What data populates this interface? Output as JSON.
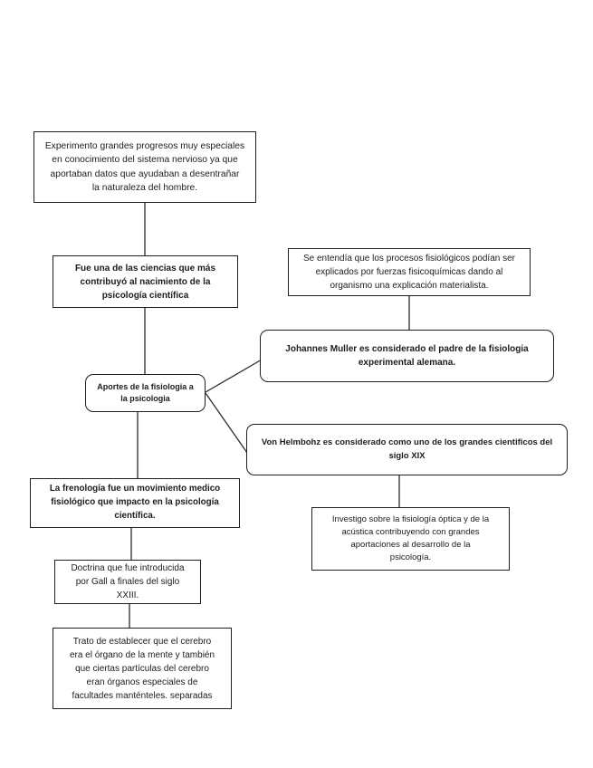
{
  "page": {
    "background_color": "#ffffff",
    "line_color": "#2b2b2b",
    "text_color": "#1c1c1c"
  },
  "diagram": {
    "type": "concept-map",
    "central_topic": "Aportes de la fisiologia a la psicologia",
    "nodes": {
      "experimento": {
        "text": "Experimento grandes progresos muy especiales\nen conocimiento del sistema nervioso ya que\naportaban datos que ayudaban a desentrañar\nla naturaleza del hombre.",
        "shape": "rectangle",
        "bold": false
      },
      "fue_una": {
        "text": "Fue una de las ciencias que más\ncontribuyó al nacimiento de la\npsicología científica",
        "shape": "rectangle",
        "bold": true
      },
      "se_entendia": {
        "text": "Se entendía que los procesos fisiológicos podían ser\nexplicados por fuerzas fisicoquímicas dando al\norganismo una explicación materialista.",
        "shape": "rectangle",
        "bold": false
      },
      "johannes": {
        "text": "Johannes Muller es considerado el padre de la fisiologia\nexperimental alemana.",
        "shape": "rounded-rectangle",
        "bold": true
      },
      "aportes": {
        "text": "Aportes de la fisiologia  a\nla psicologia",
        "shape": "rounded-rectangle",
        "bold": true
      },
      "von_helmbohz": {
        "text": "Von Helmbohz es  considerado como uno de los grandes cientificos del\nsiglo XIX",
        "shape": "rounded-rectangle",
        "bold": true
      },
      "frenologia": {
        "text": "La frenología fue un movimiento medico\nfisiológico que impacto en la psicología\ncientífica.",
        "shape": "rectangle",
        "bold": true
      },
      "investigo": {
        "text": "Investigo sobre la fisiología óptica y de la\nacústica contribuyendo con grandes\naportaciones al desarrollo de la\npsicología.",
        "shape": "rectangle",
        "bold": false
      },
      "doctrina": {
        "text": "Doctrina que fue introducida\npor Gall a finales del siglo\nXXIII.",
        "shape": "rectangle",
        "bold": false
      },
      "trato": {
        "text": "Trato de establecer que el cerebro\nera el órgano de la mente y también\nque ciertas partículas del cerebro\neran órganos especiales de\nfacultades manténteles. separadas",
        "shape": "rectangle",
        "bold": false
      }
    },
    "edges": [
      {
        "from": "experimento",
        "to": "fue_una"
      },
      {
        "from": "fue_una",
        "to": "aportes"
      },
      {
        "from": "se_entendia",
        "to": "johannes"
      },
      {
        "from": "aportes",
        "to": "johannes"
      },
      {
        "from": "aportes",
        "to": "von_helmbohz"
      },
      {
        "from": "aportes",
        "to": "frenologia"
      },
      {
        "from": "von_helmbohz",
        "to": "investigo"
      },
      {
        "from": "frenologia",
        "to": "doctrina"
      },
      {
        "from": "doctrina",
        "to": "trato"
      }
    ]
  }
}
